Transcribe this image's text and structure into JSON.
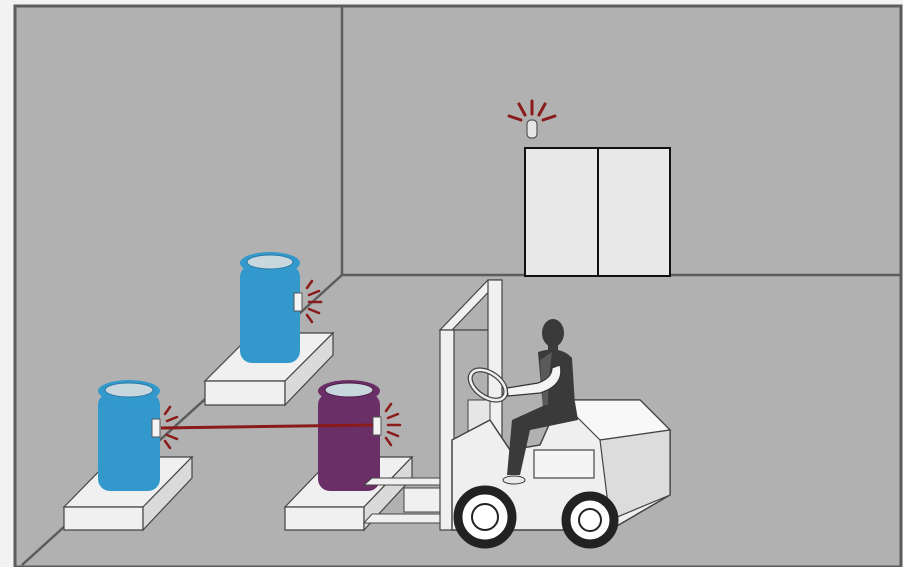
{
  "scene": {
    "description_label": "",
    "colors": {
      "backdrop": "#f2f2f2",
      "room": "#b1b1b1",
      "room_edge": "#5c5c5c",
      "door": "#e8e8e8",
      "barrel_blue": "#3399cc",
      "barrel_purple": "#6a2f66",
      "barrel_lid": "#c8d6de",
      "pallet": "#f0f0f0",
      "beam": "#8b1a1a",
      "alarm": "#8b1a1a",
      "forklift": "#efefef",
      "operator": "#3a3a3a"
    },
    "icons": {
      "door": "double-door-icon",
      "alarm": "alarm-beacon-icon",
      "sensor": "rfid-sensor-icon",
      "forklift": "forklift-icon",
      "operator": "operator-icon"
    },
    "alarm_state": "active",
    "barrels": [
      {
        "id": "barrel-back-left",
        "color": "blue"
      },
      {
        "id": "barrel-front-left",
        "color": "blue"
      },
      {
        "id": "barrel-front-right",
        "color": "purple"
      }
    ]
  }
}
